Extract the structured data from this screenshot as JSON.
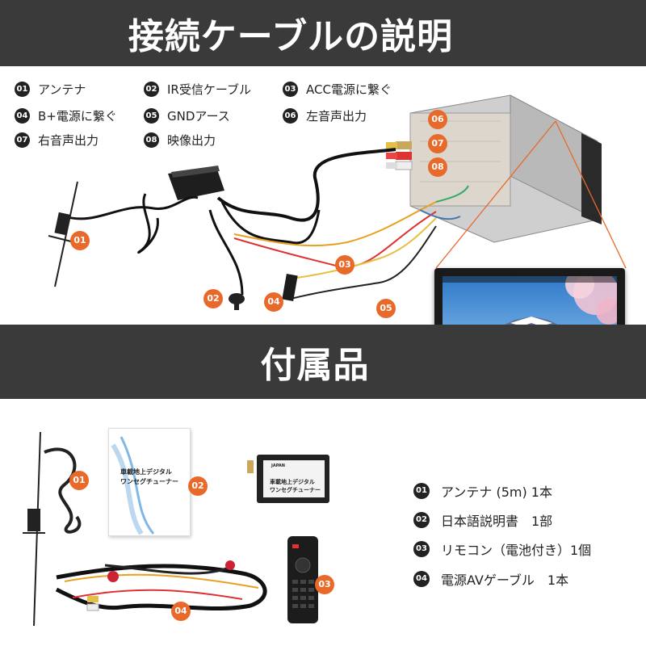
{
  "header": {
    "title": "接続ケーブルの説明"
  },
  "connections": [
    {
      "num": "01",
      "label": "アンテナ"
    },
    {
      "num": "02",
      "label": "IR受信ケーブル"
    },
    {
      "num": "03",
      "label": "ACC電源に繋ぐ"
    },
    {
      "num": "04",
      "label": "B+電源に繋ぐ"
    },
    {
      "num": "05",
      "label": "GNDアース"
    },
    {
      "num": "06",
      "label": "左音声出力"
    },
    {
      "num": "07",
      "label": "右音声出力"
    },
    {
      "num": "08",
      "label": "映像出力"
    }
  ],
  "callouts": {
    "c01": "01",
    "c02": "02",
    "c03": "03",
    "c04": "04",
    "c05": "05",
    "c06": "06",
    "c07": "07",
    "c08": "08"
  },
  "accessories": {
    "title": "付属品",
    "items": [
      {
        "num": "01",
        "label": "アンテナ (5m) 1本"
      },
      {
        "num": "02",
        "label": "日本語説明書　1部"
      },
      {
        "num": "03",
        "label": "リモコン（電池付き）1個"
      },
      {
        "num": "04",
        "label": "電源AVゲーブル　1本"
      }
    ],
    "callouts": {
      "a01": "01",
      "a02": "02",
      "a03": "03",
      "a04": "04"
    },
    "manual_text": {
      "line1": "車載地上デジタル",
      "line2": "ワンセグチューナー"
    },
    "tuner_text": {
      "line1": "車載地上デジタル",
      "line2": "ワンセグチューナー",
      "brand": "JAPAN"
    }
  },
  "colors": {
    "band": "#3a3a3a",
    "callout": "#e8692a",
    "legend_badge": "#222222"
  }
}
